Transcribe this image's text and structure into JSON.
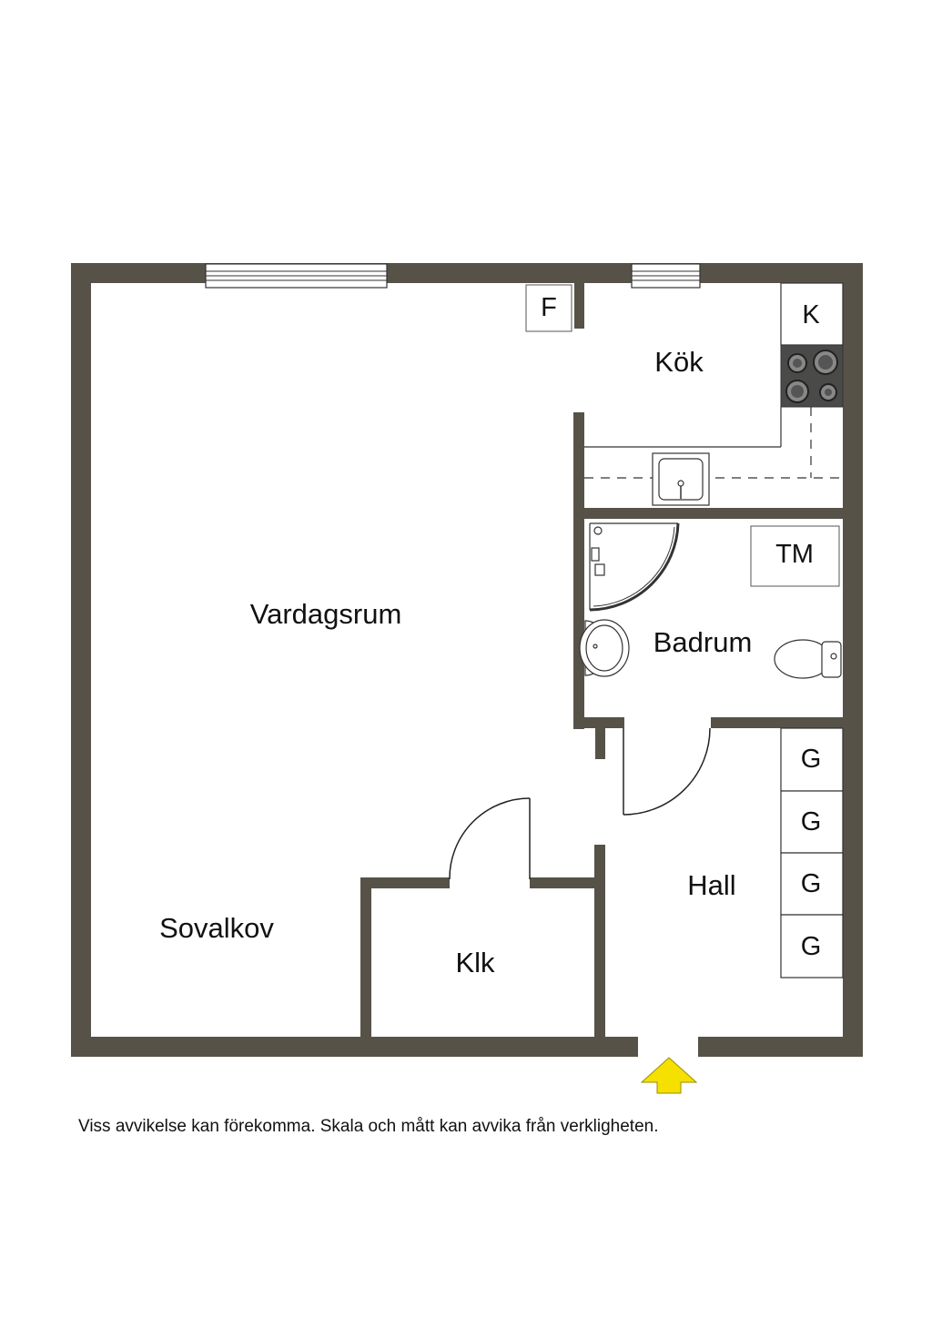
{
  "rooms": {
    "vardagsrum": "Vardagsrum",
    "kok": "Kök",
    "badrum": "Badrum",
    "hall": "Hall",
    "sovalkov": "Sovalkov",
    "klk": "Klk"
  },
  "fixtures": {
    "fridge": "F",
    "kitchen_k": "K",
    "washer_tm": "TM",
    "wardrobes": [
      "G",
      "G",
      "G",
      "G"
    ]
  },
  "disclaimer": "Viss avvikelse kan förekomma. Skala och mått kan avvika från verkligheten.",
  "colors": {
    "wall": "#575248",
    "entrance_arrow": "#f5e000",
    "line": "#222222"
  }
}
